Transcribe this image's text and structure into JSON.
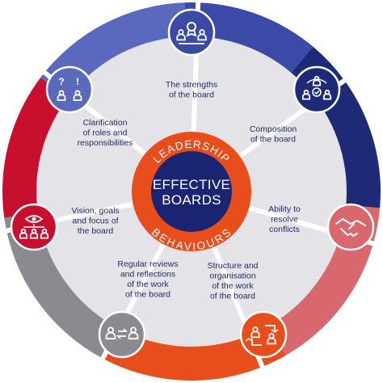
{
  "center": {
    "title_line1": "EFFECTIVE",
    "title_line2": "BOARDS",
    "ring_top": "LEADERSHIP",
    "ring_bottom": "BEHAVIOURS"
  },
  "segments": [
    {
      "label_lines": [
        "The strengths",
        "of the board"
      ],
      "icon": "group-with-rosette-icon"
    },
    {
      "label_lines": [
        "Composition",
        "of the board"
      ],
      "icon": "people-cycle-check-icon"
    },
    {
      "label_lines": [
        "Ability to",
        "resolve",
        "conflicts"
      ],
      "icon": "handshake-icon"
    },
    {
      "label_lines": [
        "Structure and",
        "organisation",
        "of the work",
        "of the board"
      ],
      "icon": "people-arrows-icon"
    },
    {
      "label_lines": [
        "Regular reviews",
        "and reflections",
        "of the work",
        "of the board"
      ],
      "icon": "people-exchange-icon"
    },
    {
      "label_lines": [
        "Vision, goals",
        "and focus of",
        "the board"
      ],
      "icon": "eye-network-icon"
    },
    {
      "label_lines": [
        "Clarification",
        "of roles and",
        "responsibilities"
      ],
      "icon": "question-exclamation-people-icon"
    }
  ],
  "colors": {
    "navy": "#1e2a78",
    "blue": "#3b4aa6",
    "light_blue": "#5a68bd",
    "red": "#c8102e",
    "salmon": "#d9676e",
    "orange": "#e84e1b",
    "grey": "#8a8a90",
    "inner_grey": "#e4e4e8",
    "center_navy": "#1b2470",
    "center_orange": "#e84e1b"
  }
}
